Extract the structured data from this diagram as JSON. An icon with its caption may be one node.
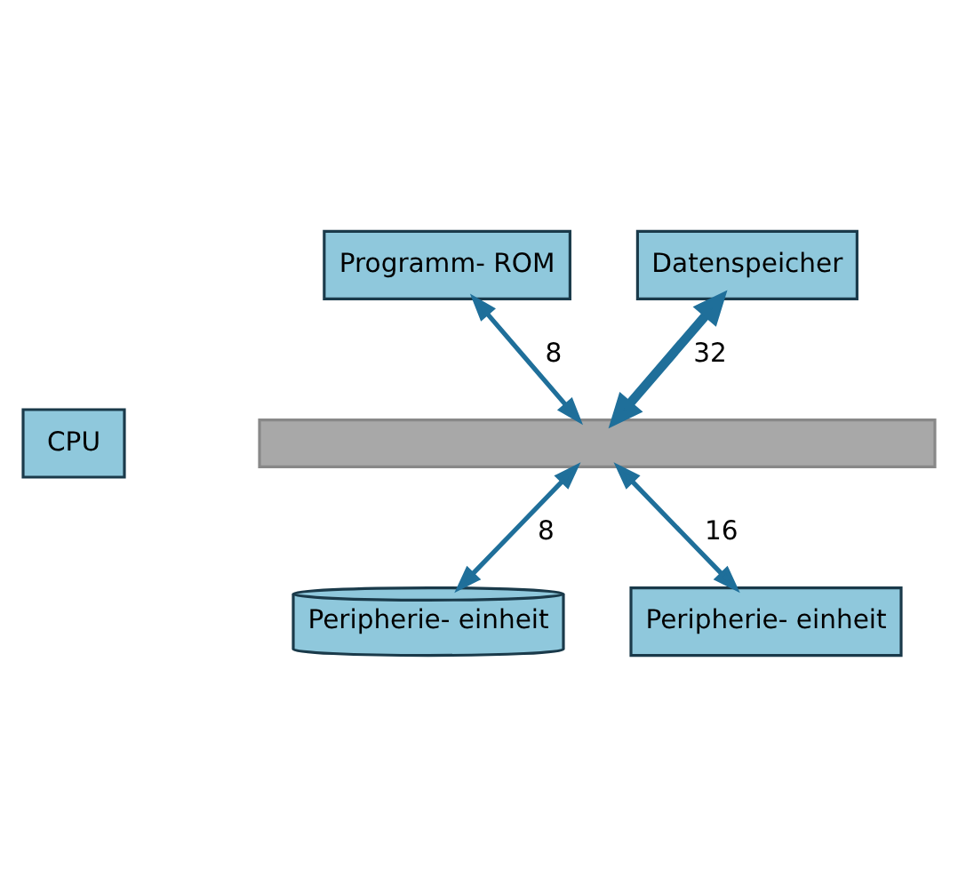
{
  "diagram": {
    "nodes": [
      {
        "text": [
          "Programm- ROM"
        ]
      },
      {
        "text": [
          "Datenspeicher"
        ]
      },
      {
        "text": [
          "CPU"
        ]
      },
      {
        "text": [],
        "shape": "bar"
      },
      {
        "text": [
          "Peripherie- einheit"
        ]
      },
      {
        "text": [
          "Peripherie- einheit"
        ]
      }
    ],
    "edges": [
      {
        "from": 0,
        "to": 3,
        "arrow": "both",
        "label": "8"
      },
      {
        "from": 1,
        "to": 3,
        "arrow": "both",
        "label": "32",
        "style": "thick"
      },
      {
        "from": 3,
        "to": 4,
        "arrow": "both",
        "label": "8"
      },
      {
        "from": 3,
        "to": 5,
        "arrow": "both",
        "label": "16"
      }
    ]
  }
}
